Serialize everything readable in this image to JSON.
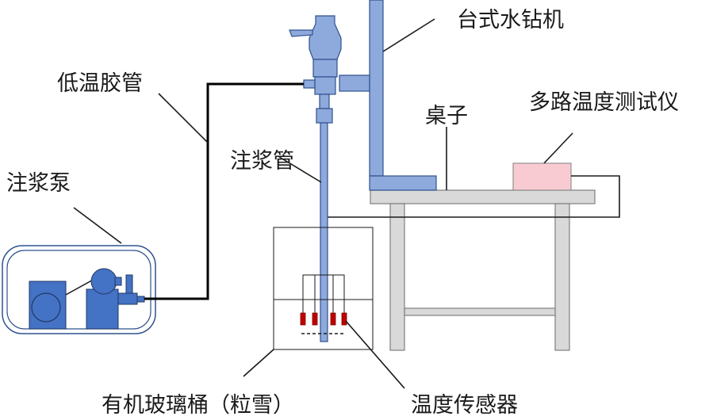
{
  "labels": {
    "drill": "台式水钻机",
    "hose": "低温胶管",
    "table": "桌子",
    "thermometer": "多路温度测试仪",
    "grout_pipe": "注浆管",
    "pump": "注浆泵",
    "bucket": "有机玻璃桶（粒雪）",
    "sensor": "温度传感器"
  },
  "colors": {
    "steel_blue": "#8ea9db",
    "steel_outline": "#2f528f",
    "pump_blue": "#4472c4",
    "table_gray": "#d9d9d9",
    "table_outline": "#7f7f7f",
    "instrument_pink": "#f8cbd3",
    "sensor_red": "#c00000"
  }
}
